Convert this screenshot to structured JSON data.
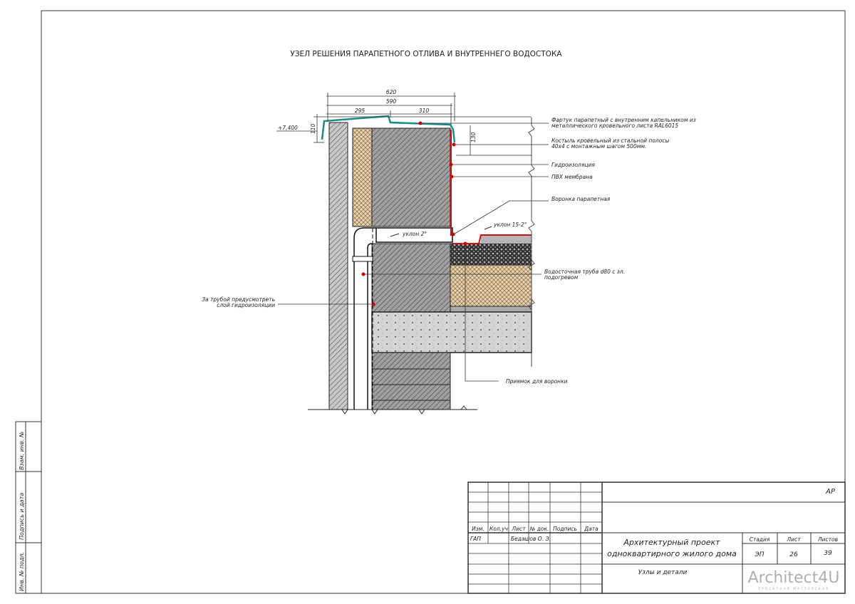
{
  "title": "УЗЕЛ РЕШЕНИЯ ПАРАПЕТНОГО ОТЛИВА И ВНУТРЕННЕГО ВОДОСТОКА",
  "dimensions": {
    "d620": "620",
    "d590": "590",
    "d295": "295",
    "d310": "310",
    "d110": "110",
    "d130": "130",
    "level": "+7,400"
  },
  "slopes": {
    "inner": "уклон 2°",
    "roof": "уклон 15-2°"
  },
  "callouts": {
    "c1a": "Фартук парапетный с внутренним капельником из",
    "c1b": "металлического кровельного листа RAL6015",
    "c2a": "Костыль кровельный из стальной полосы",
    "c2b": "40х4 с монтажным шагом 500мм.",
    "c3": "Гидроизоляция",
    "c4": "ПВХ мембрана",
    "c5": "Воронка парапетная",
    "c6a": "Водосточная труба d80 с эл.",
    "c6b": "подогревом",
    "c7a": "За трубой предусмотреть",
    "c7b": "слой гидроизоляции",
    "c8": "Приямок для воронки"
  },
  "side_stamp": {
    "s1": "Взам. инв. №",
    "s2": "Подпись и дата",
    "s3": "Инв. № подл."
  },
  "title_block": {
    "code": "АР",
    "headers": [
      "Изм.",
      "Кол.уч",
      "Лист",
      "№ док.",
      "Подпись",
      "Дата"
    ],
    "role": "ГАП",
    "name": "Бедашов О. Э.",
    "project_line1": "Архитектурный проект",
    "project_line2": "одноквартирного жилого дома",
    "sheet_title": "Узлы и детали",
    "stage_label": "Стадия",
    "sheet_label": "Лист",
    "sheets_label": "Листов",
    "stage": "ЭП",
    "sheet": "26",
    "sheets": "39",
    "logo": "Architect4U",
    "logo_sub": "ПРОЕКТНАЯ МАСТЕРСКАЯ"
  },
  "colors": {
    "flashing": "#1a8a8a",
    "membrane": "#cc1111",
    "insulation": "#e8cfa8"
  }
}
